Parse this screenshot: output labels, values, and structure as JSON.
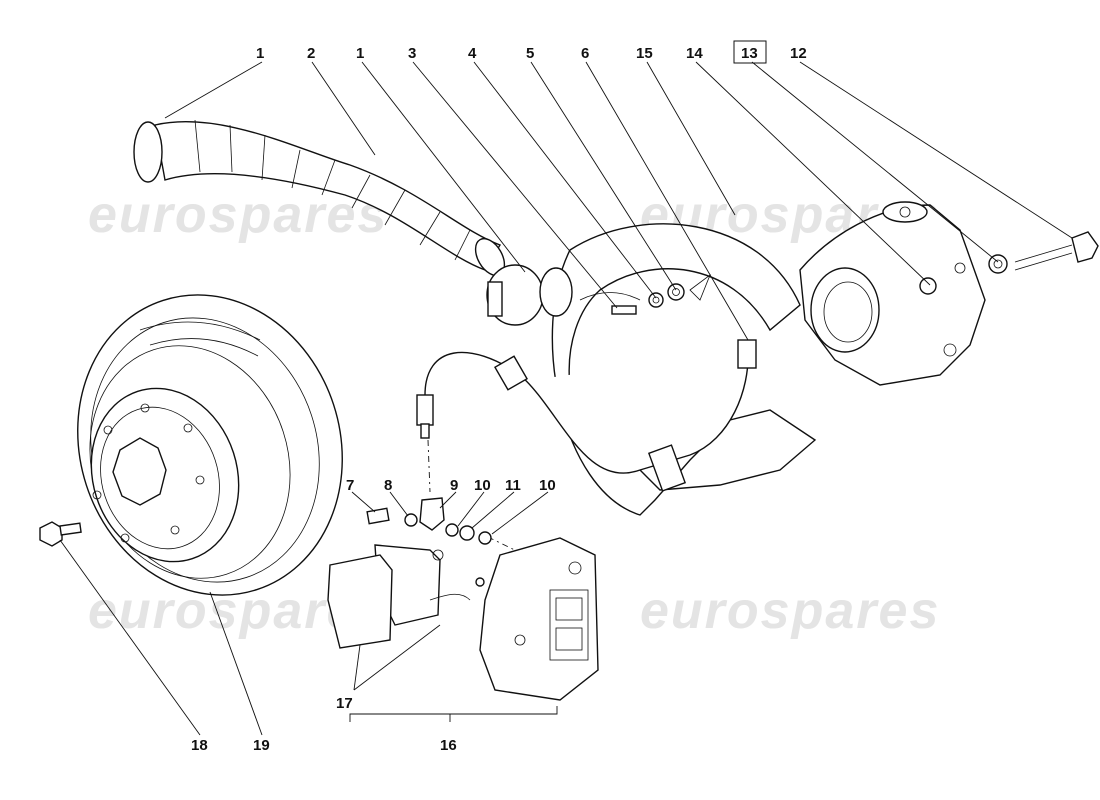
{
  "watermarks": [
    "eurospares",
    "eurospares",
    "eurospares",
    "eurospares"
  ],
  "labels": {
    "l1a": "1",
    "l2": "2",
    "l1b": "1",
    "l3": "3",
    "l4": "4",
    "l5": "5",
    "l6": "6",
    "l15": "15",
    "l14": "14",
    "l13": "13",
    "l12": "12",
    "l7": "7",
    "l8": "8",
    "l9": "9",
    "l10a": "10",
    "l11": "11",
    "l10b": "10",
    "l17": "17",
    "l16": "16",
    "l18": "18",
    "l19": "19"
  }
}
